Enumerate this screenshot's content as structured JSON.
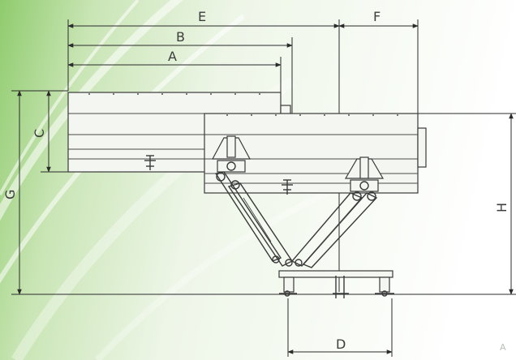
{
  "diagram": {
    "dimension_labels": {
      "E": "E",
      "F": "F",
      "B": "B",
      "A": "A",
      "C": "C",
      "G": "G",
      "H": "H",
      "D": "D"
    },
    "corner_mark": "A"
  },
  "colors": {
    "background_green": "#7cc45a",
    "background_light": "#f2f7ee",
    "line": "#2b2b2b"
  }
}
